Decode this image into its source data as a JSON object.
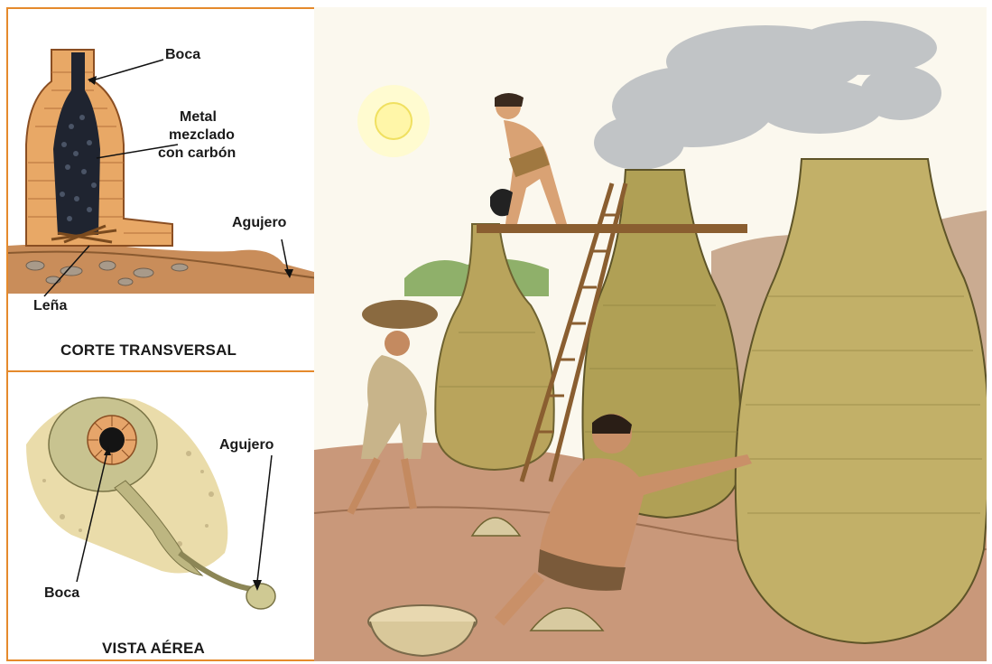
{
  "cross_section": {
    "labels": {
      "boca": "Boca",
      "metal_line1": "Metal",
      "metal_line2": "mezclado",
      "metal_line3": "con carbón",
      "agujero": "Agujero",
      "lena": "Leña"
    },
    "caption": "CORTE TRANSVERSAL"
  },
  "aerial_view": {
    "labels": {
      "agujero": "Agujero",
      "boca": "Boca"
    },
    "caption": "VISTA AÉREA"
  },
  "colors": {
    "border": "#e58a2c",
    "brick": "#e8a866",
    "clay": "#b9a45c",
    "ground": "#c98d5a",
    "smoke": "#b8bcc0",
    "sun": "#fff6a8"
  }
}
